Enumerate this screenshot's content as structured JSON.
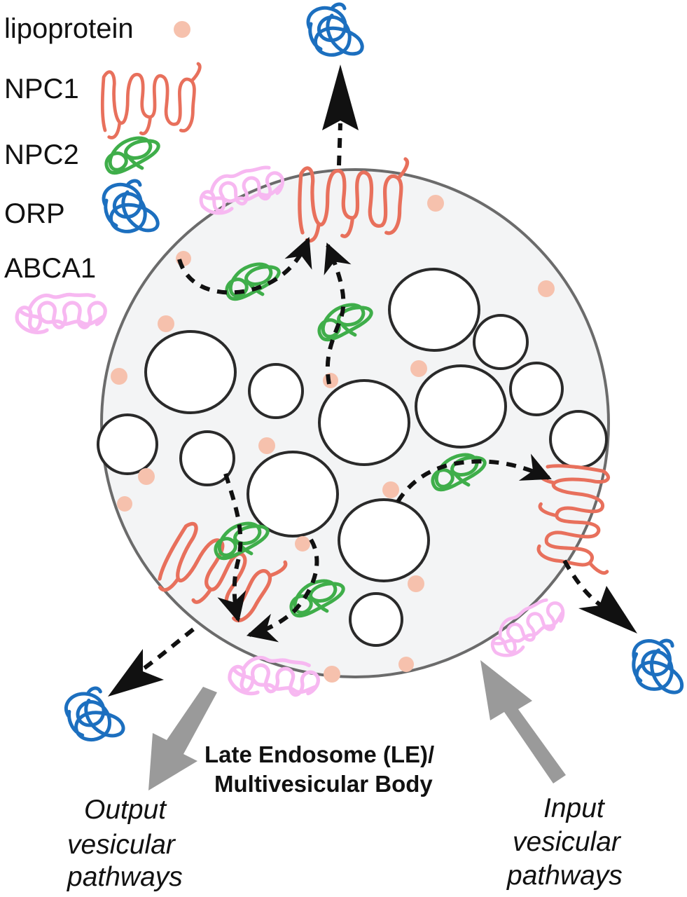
{
  "legend": {
    "lipoprotein": "lipoprotein",
    "npc1": "NPC1",
    "npc2": "NPC2",
    "orp": "ORP",
    "abca1": "ABCA1"
  },
  "title": {
    "line1": "Late Endosome (LE)/",
    "line2": "Multivesicular Body"
  },
  "output_pathways": {
    "line1": "Output",
    "line2": "vesicular",
    "line3": "pathways"
  },
  "input_pathways": {
    "line1": "Input",
    "line2": "vesicular",
    "line3": "pathways"
  },
  "colors": {
    "npc1": "#e8705c",
    "npc2": "#3fae4a",
    "orp": "#1c6fbf",
    "abca1": "#f7b8f1",
    "lipoprotein": "#f6c1ad",
    "endosome_fill": "#f3f4f5",
    "gray_arrow": "#9a9a9a"
  }
}
